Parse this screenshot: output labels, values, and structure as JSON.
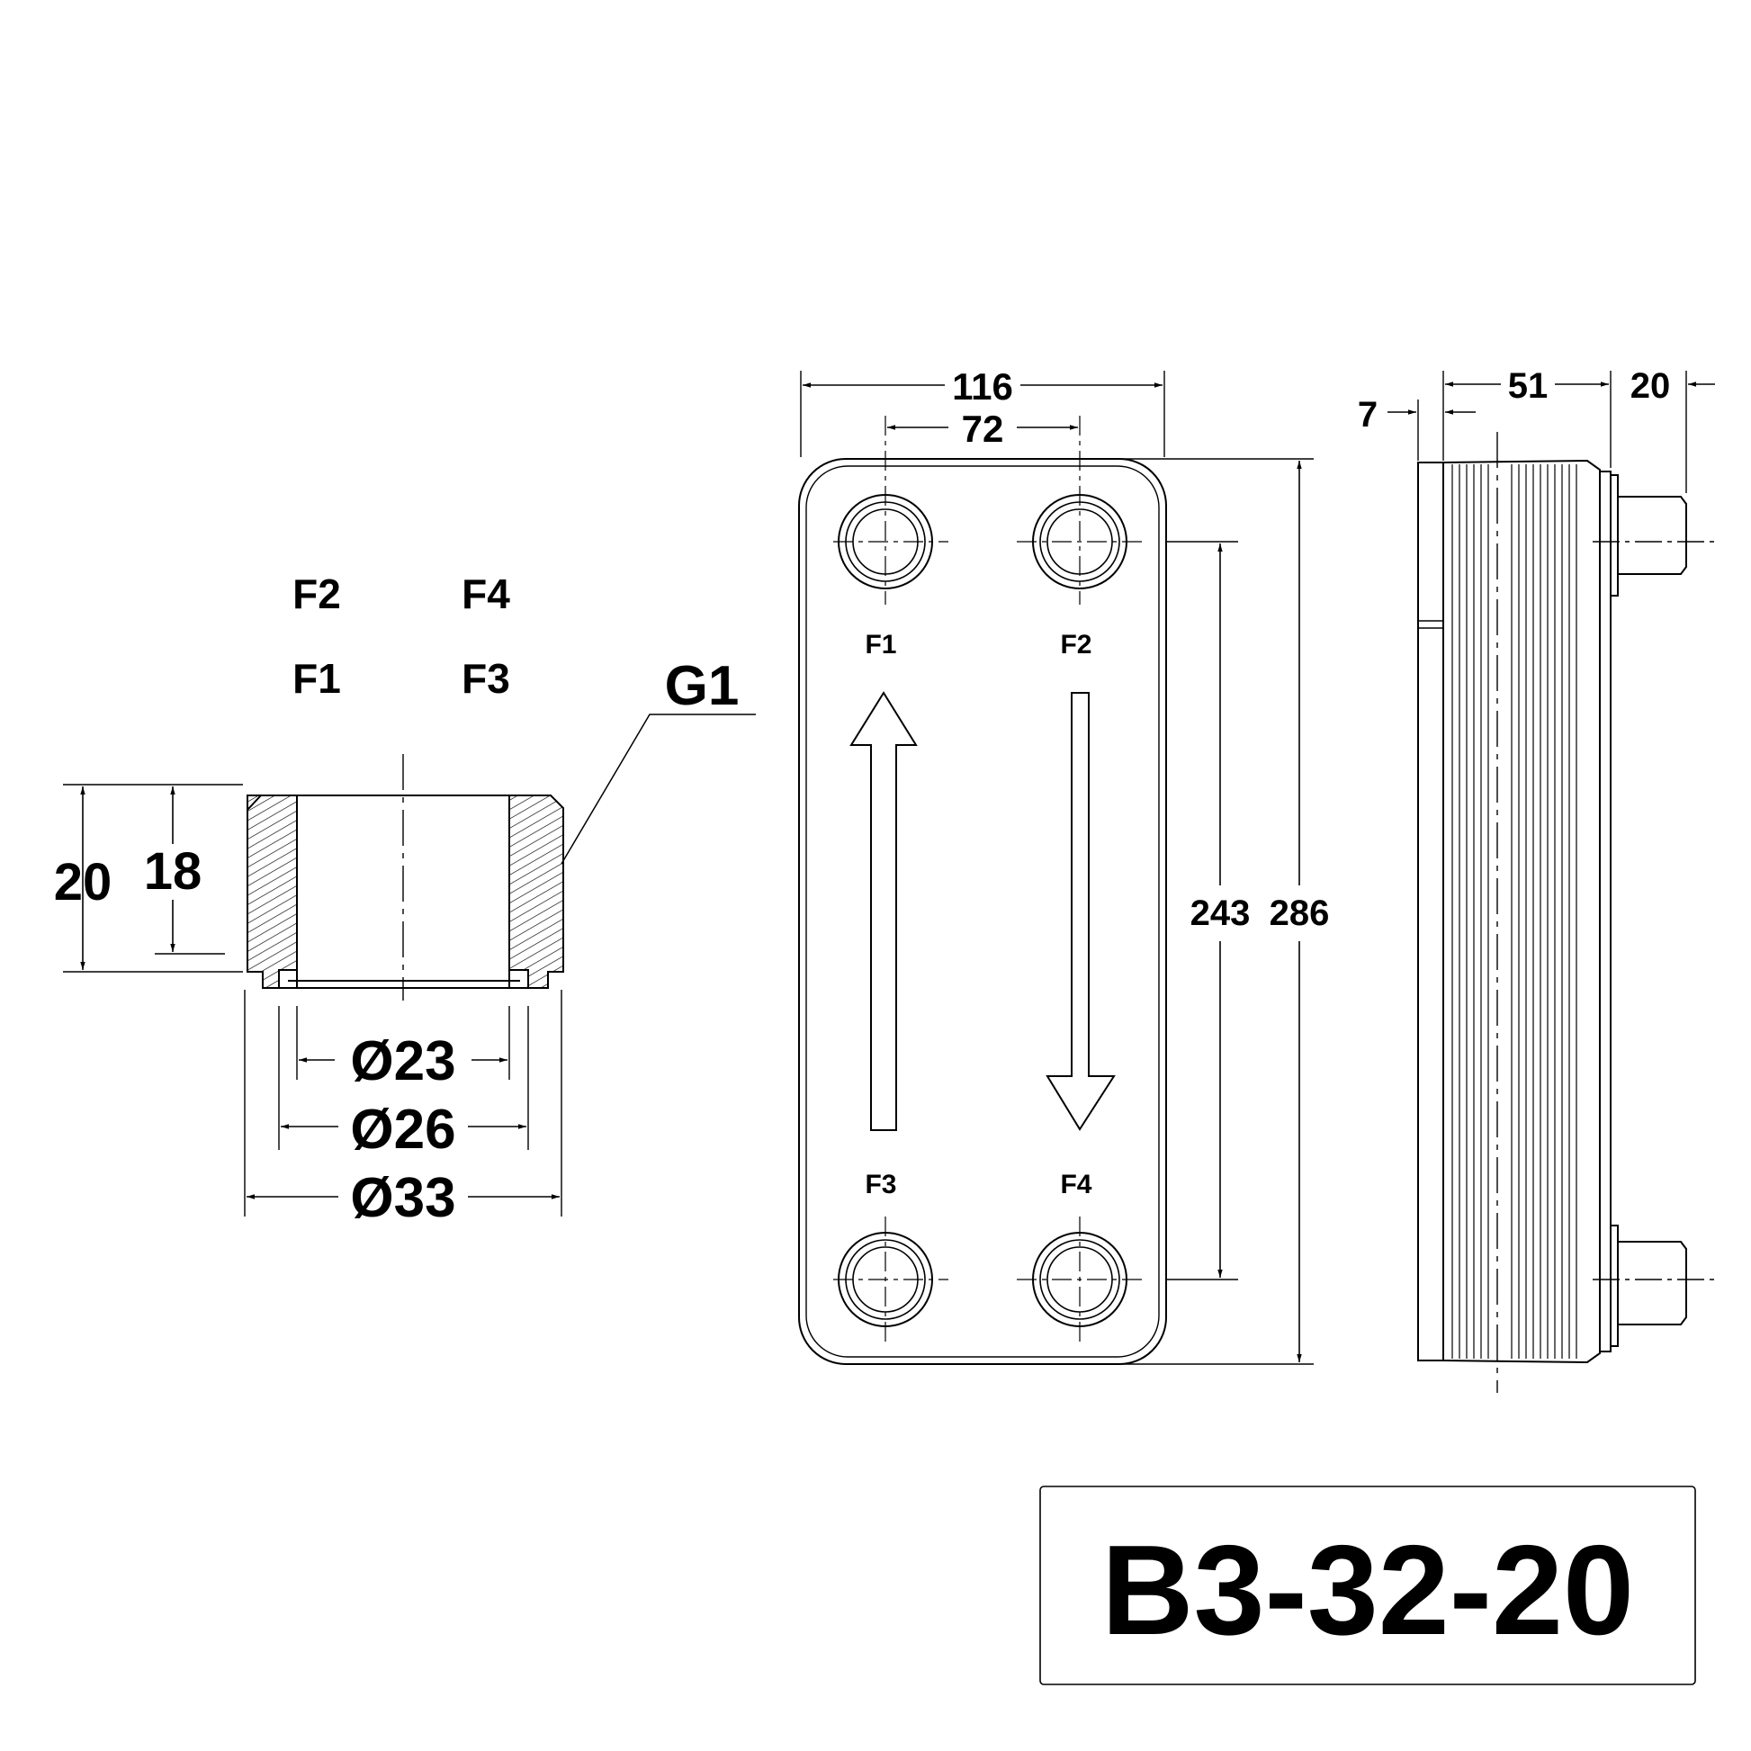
{
  "colors": {
    "stroke": "#000000",
    "background": "#ffffff"
  },
  "port_legend": {
    "top_left": "F2",
    "top_right": "F4",
    "bottom_left": "F1",
    "bottom_right": "F3"
  },
  "fitting": {
    "thread_label": "G1",
    "height_outer": "20",
    "height_inner": "18",
    "dia_inner": "Ø23",
    "dia_mid": "Ø26",
    "dia_outer": "Ø33"
  },
  "front_view": {
    "width": "116",
    "port_spacing_h": "72",
    "port_spacing_v": "243",
    "height": "286",
    "ports": [
      "F1",
      "F2",
      "F3",
      "F4"
    ]
  },
  "side_view": {
    "offset": "7",
    "pack_depth": "51",
    "connection_length": "20"
  },
  "title_block": {
    "model": "B3-32-20"
  }
}
